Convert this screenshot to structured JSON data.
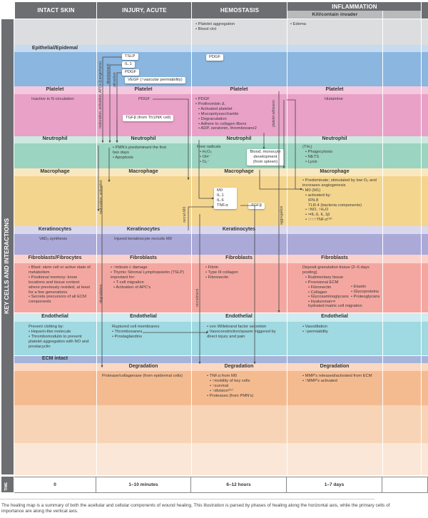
{
  "header": {
    "columns": [
      "INTACT SKIN",
      "INJURY, ACUTE",
      "HEMOSTASIS",
      "INFLAMMATION"
    ],
    "inflammation_sub": "Kill/contain invader"
  },
  "side_label": "KEY CELLS AND INTERACTIONS",
  "time": {
    "label": "TIME",
    "values": [
      "0",
      "1–10 minutes",
      "6–12 hours",
      "1–7 days"
    ]
  },
  "caption": "The healing map is a summary of both the acellular and cellular components of wound healing. This illustration is parsed by phases of healing along the horizontal axis, while the primary cells of importance are along the vertical axis.",
  "top": {
    "hemostasis": [
      "Platelet aggregation",
      "Blood clot"
    ],
    "inflammation": [
      "Edema"
    ]
  },
  "rows": {
    "epithelial": "Epithelial/Epidemal",
    "platelet": "Platelet",
    "neutrophil": "Neutrophil",
    "macrophage": "Macrophage",
    "keratinocytes": "Keratinocytes",
    "fibro_intact": "Fibroblasts/Fibrocytes",
    "fibroblasts": "Fibroblasts",
    "endothelial": "Endothelial",
    "ecm": "ECM intact",
    "degradation": "Degradation"
  },
  "epithelial": {
    "injury_boxes": [
      "TSLP",
      "IL.1",
      "PDGF",
      "VEGF (↑vascular permiability)"
    ],
    "hemostasis_box": "PDGF",
    "labels": [
      "maturation, activation, APCs (Langerhans)",
      "development",
      "attraction"
    ]
  },
  "platelet": {
    "intact": "Inactive in N circulation",
    "injury": "PDGF",
    "injury_box": "TGFβ (from Th1/NK cell)",
    "hemostasis": [
      "PDGF",
      "Prothrombin Δ"
    ],
    "hemostasis_sub": [
      "Activated platelet",
      "Mucopolysaccharide",
      "Degranulation",
      "Adhere to collagen fibers",
      "ADP, seratonin, thromboxane2"
    ],
    "hemostasis_label": "platelet adhesion",
    "inflammation": "Histamine"
  },
  "neutrophil": {
    "injury": [
      "PMN's predominant the first two days",
      "Apoptosis"
    ],
    "hemostasis_lead": "Free radicals",
    "hemostasis": [
      "H₂O₂",
      "OH⁻",
      "O₂⁻"
    ],
    "hemostasis_box": "Blood, monocyte development (from spleen)",
    "inflammation_lead": "(TH₁)",
    "inflammation": [
      "Phagocytosis",
      "NETS",
      "Lysis"
    ]
  },
  "macrophage": {
    "injury_label": "maturation, activation",
    "m0_box": [
      "M0",
      "IL.1",
      "IL.6",
      "TNF.α"
    ],
    "recruit_label": "recruit M0",
    "tgf_box": "TGFβ",
    "aggregation_label": "aggregation",
    "inflammation": [
      "Predominate; stimulated by low O₂ and increases angiogenesis",
      "M0 (M1)"
    ],
    "activated_by": "activated by:",
    "activators": [
      "IFN.8",
      "TLR.4 (bacteria components)"
    ],
    "effects": [
      "↑NO, ↑H₂O",
      "⇒IL.6, IL.1β",
      "↑↑↑↑TNF.α⁽¹³⁾"
    ]
  },
  "keratinocytes": {
    "intact": "VitD₃ synthesis",
    "injury": "Injured keratinocyte recruits M0"
  },
  "fibroblasts": {
    "intact": [
      "Blast: stem cell or active state of metabolism",
      "Positional memory: know locations and tissue context where previously resided, at least for a few generations",
      "Secrete precursors of all ECM components"
    ],
    "injury": [
      "↑mitosis c damage",
      "Thymic Stromal Lymphopoietin (TSLP) important for:"
    ],
    "injury_sub": [
      "T-cell migration",
      "Activation of APC's"
    ],
    "degradation_label": "degradation",
    "recruitment_label": "recruitment",
    "hemostasis": [
      "Fibrin",
      "Type III collagen",
      "Fibronectin"
    ],
    "inflammation_lead": "Deposit granulation tissue (2–5 days posting)",
    "inflammation": [
      "Rudimentary tissue",
      "Provisional ECM"
    ],
    "ecm_left": [
      "Fibronectin",
      "Collagen",
      "Glycosaminoglycans",
      "Hyaluronan⇒"
    ],
    "ecm_right": [
      "Elastin",
      "Glycoproteins",
      "Proteoglycans"
    ],
    "hyaluronan_note": "hydrated matrix cell migration"
  },
  "endothelial": {
    "intact_lead": "Prevent clotting by:",
    "intact": [
      "Heparin-like molecule",
      "Thrombomodulin to prevent platelet aggregation with NO and prostacyclin"
    ],
    "injury_lead": "Ruptured cell membranes",
    "injury": [
      "Thromboxanes",
      "Prostaglandins"
    ],
    "hemostasis": [
      "von Willebrand factor secretion",
      "Vasoconstriction/spasm triggered by direct injury and pain"
    ],
    "inflammation": [
      "Vasodilation",
      "↑permiability"
    ]
  },
  "degradation": {
    "injury": "Protease/collagenase (from epidermal cells)",
    "hemostasis": [
      "TNF.α from M0"
    ],
    "hemostasis_sub": [
      "↑mobility of key cells",
      "↑survival",
      "↑division⁽²⁵⁾"
    ],
    "hemostasis_tail": [
      "Proteases (from PMN's)"
    ],
    "inflammation": [
      "MMP's released/activated from ECM",
      "↑MMP's activated"
    ]
  },
  "colors": {
    "header": "#6d6e71",
    "top": "#dcdddf",
    "epi_h": "#c6dbef",
    "epi": "#8ab6df",
    "plt_h": "#f4c8de",
    "plt": "#e9a1c7",
    "neu_h": "#cbe9de",
    "neu": "#9bd4c1",
    "mac_h": "#f9e7bf",
    "mac": "#f4d58e",
    "ker_h": "#dad8ee",
    "ker": "#aba9d8",
    "fib_h": "#fbd2cb",
    "fib": "#f4a7a0",
    "end_h": "#cdebf0",
    "end": "#9fd9e1",
    "ecm": "#a5b5da",
    "deg_h": "#fbd8c2",
    "deg": "#f5bb90",
    "peach1": "#f8d4b6",
    "peach2": "#fbe7d8"
  }
}
